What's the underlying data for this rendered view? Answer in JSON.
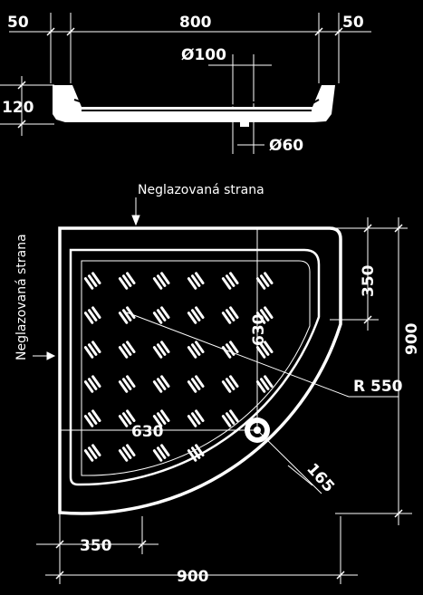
{
  "top_view": {
    "dim_left_margin": "50",
    "dim_width": "800",
    "dim_right_margin": "50",
    "dim_drain_top": "Ø100",
    "dim_height": "120",
    "dim_drain_bottom": "Ø60"
  },
  "plan_view": {
    "label_unglazed_top": "Neglazovaná strana",
    "label_unglazed_side": "Neglazovaná strana",
    "dim_350_right": "350",
    "dim_900_right": "900",
    "dim_630_vertical": "630",
    "dim_630_horizontal": "630",
    "dim_radius": "R 550",
    "dim_165": "165",
    "dim_350_bottom": "350",
    "dim_900_bottom": "900"
  }
}
